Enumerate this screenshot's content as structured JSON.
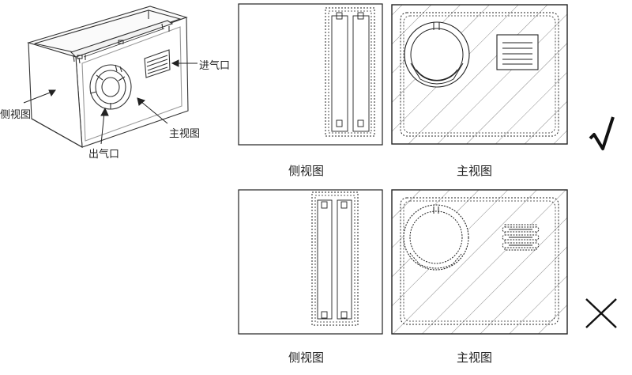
{
  "iso_labels": {
    "inlet": "进气口",
    "side": "侧视图",
    "outlet": "出气口",
    "front": "主视图"
  },
  "rows": [
    {
      "side_caption": "侧视图",
      "front_caption": "主视图",
      "mark": "√",
      "verdict": "correct"
    },
    {
      "side_caption": "侧视图",
      "front_caption": "主视图",
      "mark": "×",
      "verdict": "wrong"
    }
  ],
  "colors": {
    "line": "#222222",
    "hatch": "#888888"
  },
  "icons": [
    "check-mark-icon",
    "cross-mark-icon"
  ]
}
